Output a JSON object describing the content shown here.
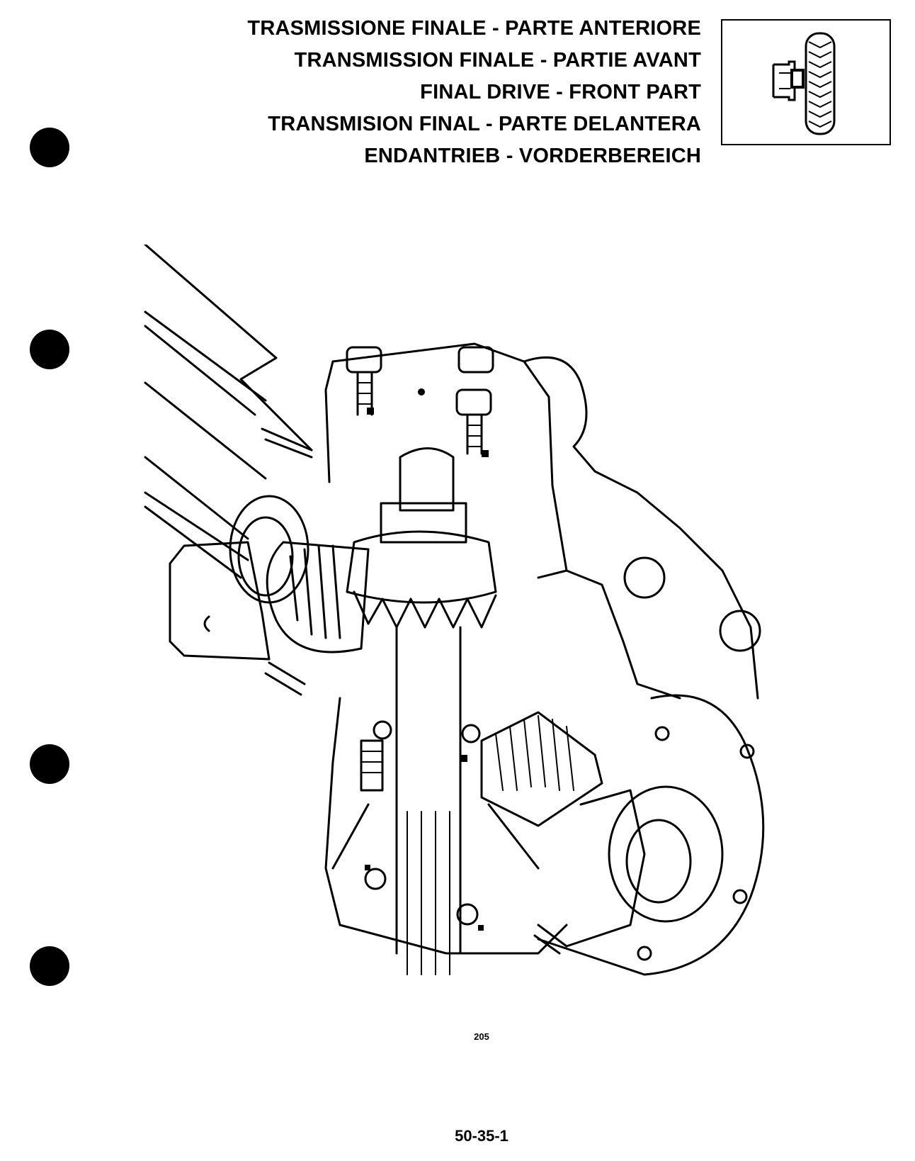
{
  "header": {
    "titles": [
      "TRASMISSIONE FINALE - PARTE ANTERIORE",
      "TRANSMISSION FINALE - PARTIE AVANT",
      "FINAL DRIVE - FRONT PART",
      "TRANSMISION FINAL - PARTE DELANTERA",
      "ENDANTRIEB - VORDERBEREICH"
    ],
    "section_icon": "tractor-wheel-hub-icon"
  },
  "figure": {
    "number": "205",
    "illustration": "final-drive-cutaway-illustration"
  },
  "footer": {
    "page_number": "50-35-1"
  },
  "colors": {
    "ink": "#000000",
    "paper": "#ffffff"
  }
}
